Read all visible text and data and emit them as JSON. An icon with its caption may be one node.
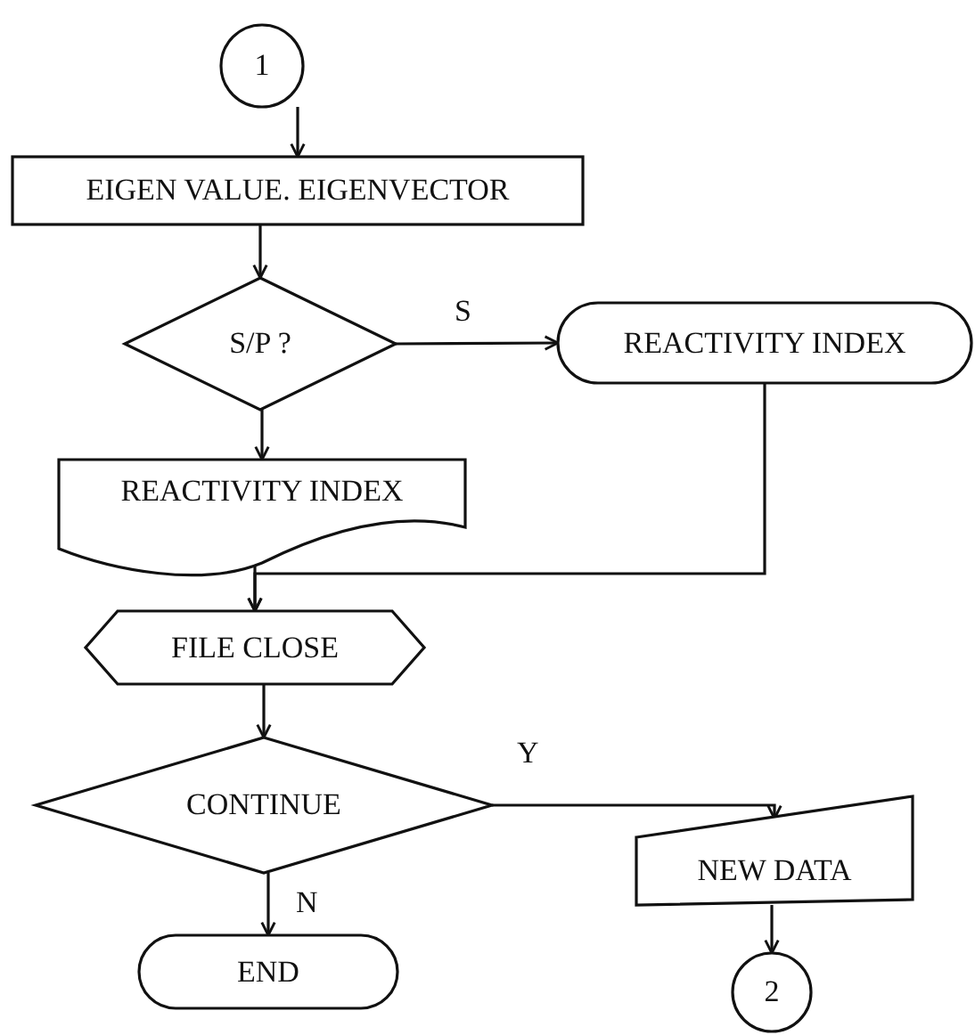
{
  "diagram": {
    "nodes": [
      {
        "text": [
          "1"
        ]
      },
      {
        "text": [
          "EIGEN VALUE. EIGENVECTOR"
        ]
      },
      {
        "text": [
          "S/P ?"
        ]
      },
      {
        "text": [
          "REACTIVITY INDEX"
        ]
      },
      {
        "text": [
          "REACTIVITY INDEX"
        ]
      },
      {
        "text": [
          "FILE CLOSE"
        ]
      },
      {
        "text": [
          "CONTINUE"
        ]
      },
      {
        "text": [
          "NEW DATA"
        ]
      },
      {
        "text": [
          "END"
        ]
      },
      {
        "text": [
          "2"
        ]
      }
    ],
    "edges": [
      {
        "from": 0,
        "to": 1,
        "arrow": "to"
      },
      {
        "from": 1,
        "to": 2,
        "arrow": "to"
      },
      {
        "from": 2,
        "to": 3,
        "arrow": "to",
        "label": "S"
      },
      {
        "from": 2,
        "to": 4,
        "arrow": "to"
      },
      {
        "from": 4,
        "to": 5,
        "arrow": "to"
      },
      {
        "from": 3,
        "to": 5,
        "arrow": "to"
      },
      {
        "from": 5,
        "to": 6,
        "arrow": "to"
      },
      {
        "from": 6,
        "to": 7,
        "arrow": "to",
        "label": "Y"
      },
      {
        "from": 6,
        "to": 8,
        "arrow": "to",
        "label": "N"
      },
      {
        "from": 7,
        "to": 9,
        "arrow": "to"
      }
    ]
  }
}
